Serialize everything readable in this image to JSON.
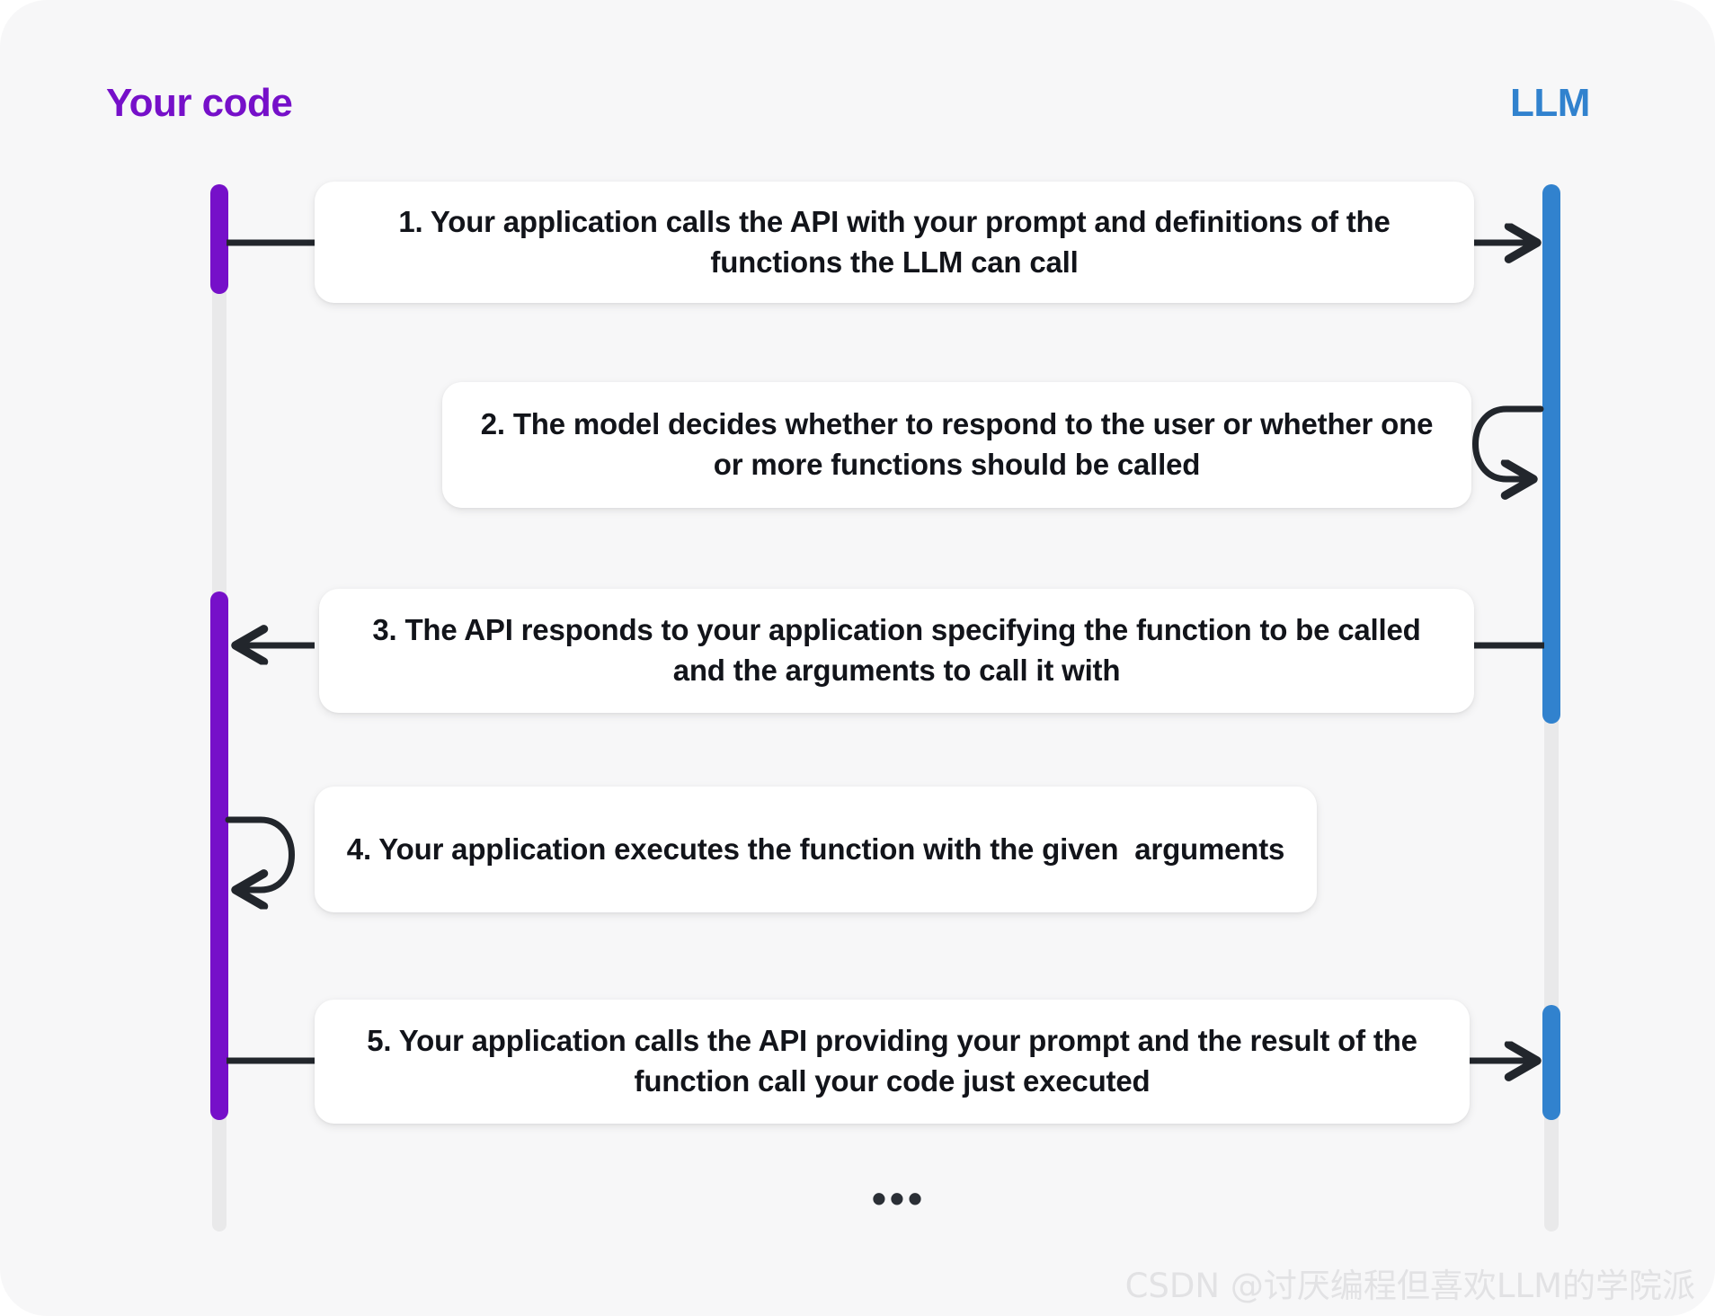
{
  "diagram": {
    "type": "sequence-diagram",
    "background_color": "#f7f7f8",
    "card_color": "#f7f7f8",
    "actors": [
      {
        "id": "your-code",
        "label": "Your code",
        "color": "#7610c9",
        "side": "left"
      },
      {
        "id": "llm",
        "label": "LLM",
        "color": "#3182ce",
        "side": "right"
      }
    ],
    "steps": [
      {
        "number": "1",
        "text": "1. Your application calls the API with your prompt and definitions of the functions the LLM can call",
        "direction": "left-to-right",
        "arrow": "your-code-to-llm"
      },
      {
        "number": "2",
        "text": "2. The model decides whether to respond to the user or whether one or more functions should be called",
        "direction": "self-loop",
        "arrow": "llm-self-loop"
      },
      {
        "number": "3",
        "text": "3. The API responds to your application specifying the function to be called and the arguments to call it with",
        "direction": "right-to-left",
        "arrow": "llm-to-your-code"
      },
      {
        "number": "4",
        "text": "4. Your application executes the function with the given  arguments",
        "direction": "self-loop",
        "arrow": "your-code-self-loop"
      },
      {
        "number": "5",
        "text": "5. Your application calls the API providing your prompt and the result of the function call your code just executed",
        "direction": "left-to-right",
        "arrow": "your-code-to-llm"
      }
    ],
    "continuation": "•••",
    "arrow_color": "#22262c",
    "lifeline_track_color": "#e9e9ea"
  },
  "watermark": {
    "text": "CSDN @讨厌编程但喜欢LLM的学院派",
    "color": "#e2e2e4"
  }
}
